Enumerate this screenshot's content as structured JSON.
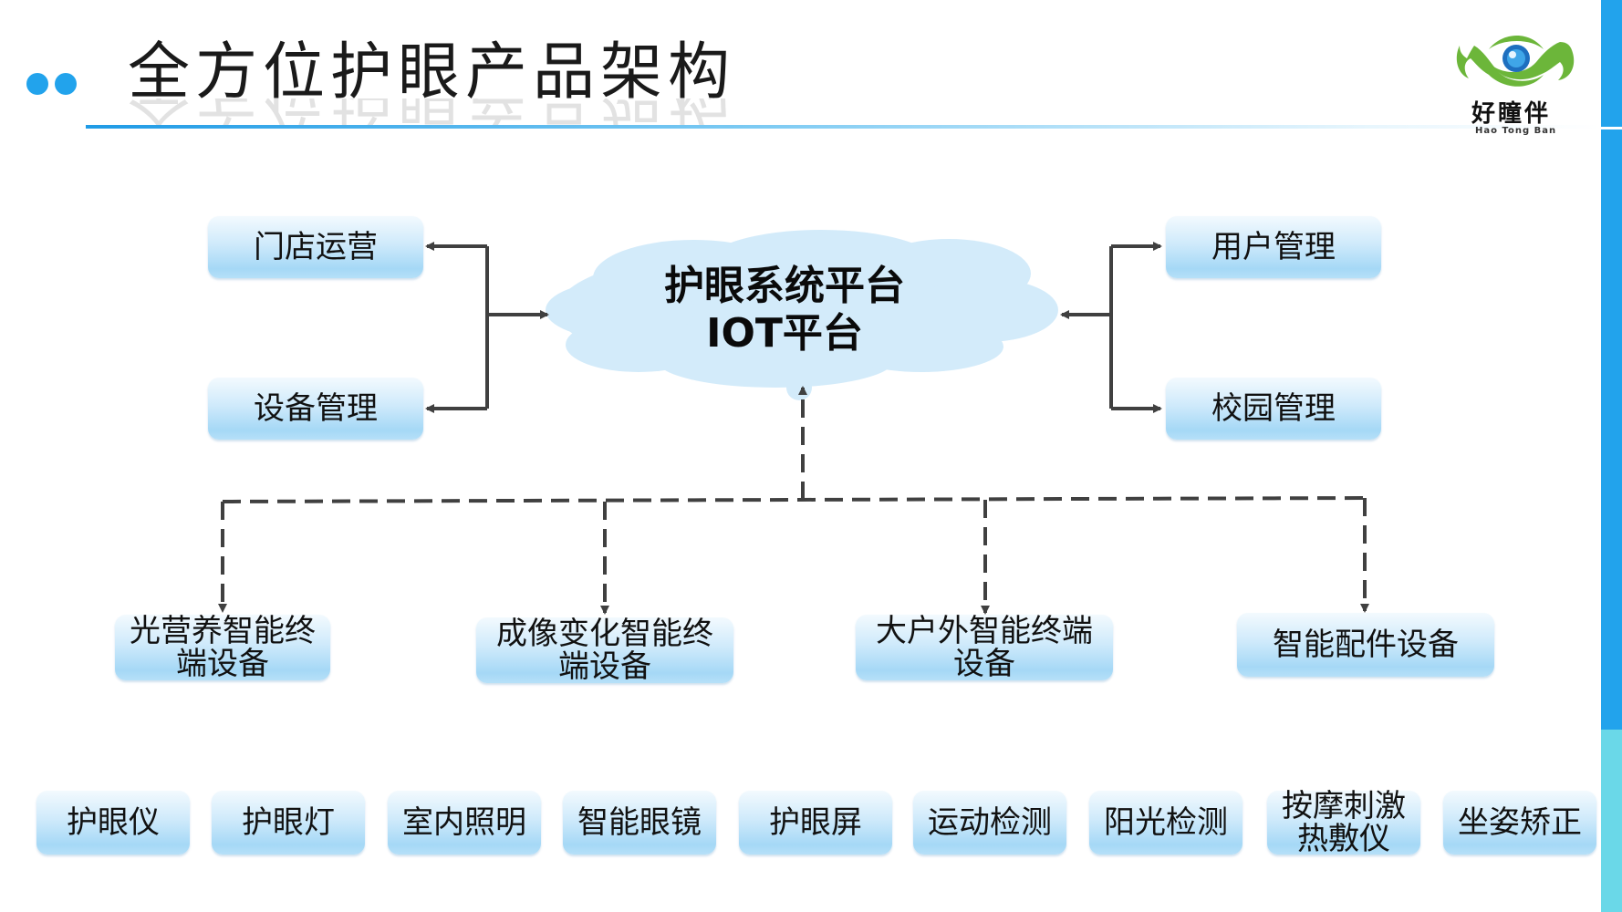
{
  "slide": {
    "title": "全方位护眼产品架构",
    "accent_color": "#22a3ec",
    "secondary_accent_color": "#6ad8e8"
  },
  "logo": {
    "brand_cn": "好瞳伴",
    "brand_pinyin": "Hao Tong Ban",
    "icon": "eye-logo-icon"
  },
  "diagram": {
    "center": {
      "line1": "护眼系统平台",
      "line2": "IOT平台",
      "shape": "cloud",
      "fill": "#d3ebfa"
    },
    "left_nodes": [
      {
        "label": "门店运营"
      },
      {
        "label": "设备管理"
      }
    ],
    "right_nodes": [
      {
        "label": "用户管理"
      },
      {
        "label": "校园管理"
      }
    ],
    "terminal_nodes": [
      {
        "line1": "光营养智能终",
        "line2": "端设备"
      },
      {
        "line1": "成像变化智能终",
        "line2": "端设备"
      },
      {
        "line1": "大户外智能终端",
        "line2": "设备"
      },
      {
        "line1": "智能配件设备",
        "line2": ""
      }
    ],
    "product_nodes": [
      {
        "line1": "护眼仪",
        "line2": ""
      },
      {
        "line1": "护眼灯",
        "line2": ""
      },
      {
        "line1": "室内照明",
        "line2": ""
      },
      {
        "line1": "智能眼镜",
        "line2": ""
      },
      {
        "line1": "护眼屏",
        "line2": ""
      },
      {
        "line1": "运动检测",
        "line2": ""
      },
      {
        "line1": "阳光检测",
        "line2": ""
      },
      {
        "line1": "按摩刺激",
        "line2": "热敷仪"
      },
      {
        "line1": "坐姿矫正",
        "line2": ""
      }
    ],
    "connector_color": "#404040"
  }
}
